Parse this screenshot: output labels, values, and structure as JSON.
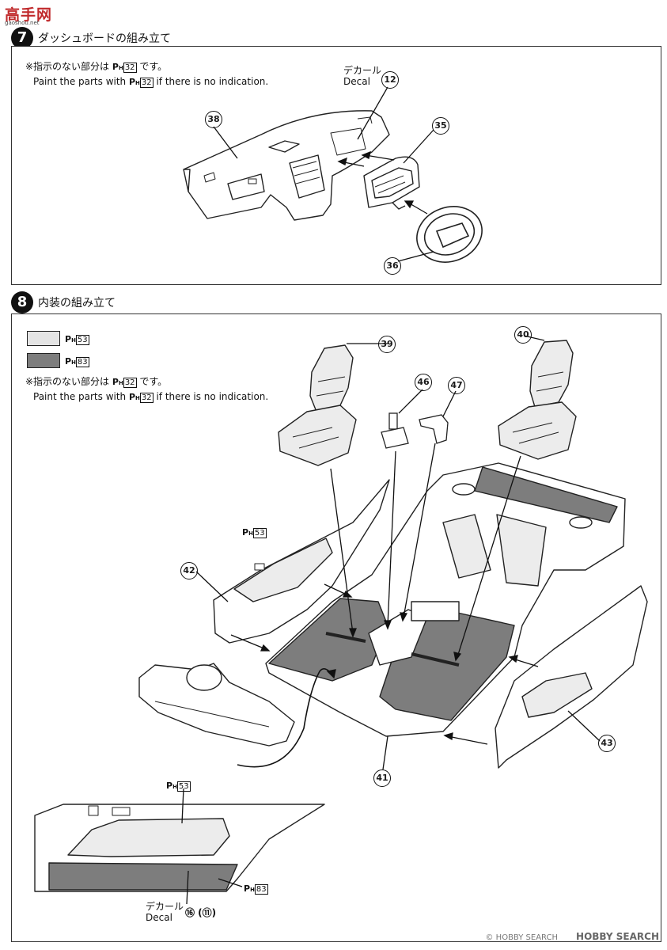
{
  "watermark": {
    "logo": "高手网",
    "sub": "gaoshou.net"
  },
  "step7": {
    "number": "7",
    "title": "ダッシュボードの組み立て",
    "note_jp": "※指示のない部分は",
    "note_jp_suffix": "です。",
    "note_en_prefix": "Paint the parts with",
    "note_en_suffix": "if there is no indication.",
    "paint_code": "32",
    "decal_jp": "デカール",
    "decal_en": "Decal",
    "parts": {
      "dashboard": "38",
      "decal": "12",
      "meter_hood": "35",
      "steering": "36"
    }
  },
  "step8": {
    "number": "8",
    "title": "内装の組み立て",
    "legend": [
      {
        "code": "53",
        "color": "#e4e4e4"
      },
      {
        "code": "83",
        "color": "#7d7d7d"
      }
    ],
    "note_jp": "※指示のない部分は",
    "note_jp_suffix": "です。",
    "note_en_prefix": "Paint the parts with",
    "note_en_suffix": "if there is no indication.",
    "paint_code": "32",
    "door_paint": "53",
    "inset_paint_top": "53",
    "inset_paint_bottom": "83",
    "decal_jp": "デカール",
    "decal_en": "Decal",
    "decal_parts": "⑯ (⑪)",
    "parts": {
      "seat_right": "39",
      "seat_left": "40",
      "shifter": "46",
      "brake": "47",
      "door_right": "42",
      "door_left": "43",
      "floor": "41"
    }
  },
  "footer": {
    "copyright": "© HOBBY SEARCH",
    "brand": "HOBBY SEARCH"
  }
}
